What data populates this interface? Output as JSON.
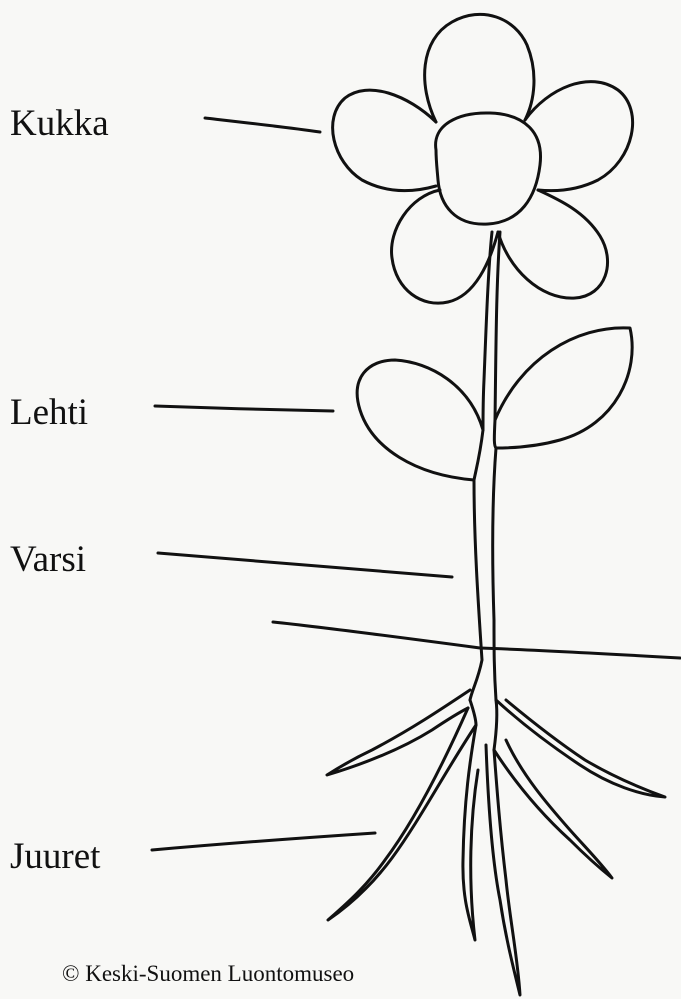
{
  "labels": {
    "flower": "Kukka",
    "leaf": "Lehti",
    "stem": "Varsi",
    "roots": "Juuret"
  },
  "credit": "© Keski-Suomen Luontomuseo",
  "colors": {
    "ink": "#111111",
    "paper": "#f8f8f6"
  }
}
